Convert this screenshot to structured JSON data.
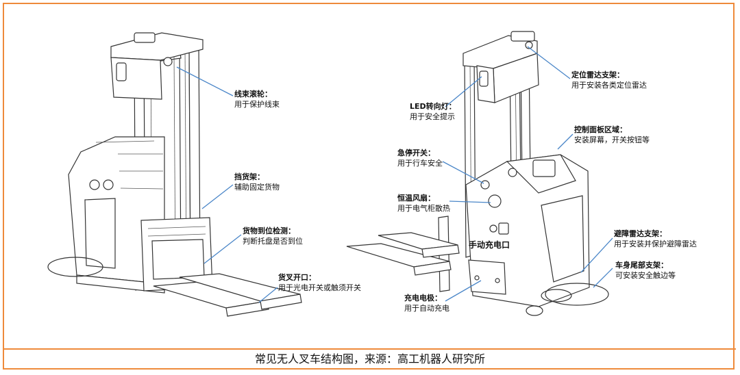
{
  "caption": "常见无人叉车结构图，来源：高工机器人研究所",
  "machine_text": "手动充电口",
  "left_labels": [
    {
      "title": "线束滚轮：",
      "desc": "用于保护线束"
    },
    {
      "title": "挡货架：",
      "desc": "辅助固定货物"
    },
    {
      "title": "货物到位检测：",
      "desc": "判断托盘是否到位"
    },
    {
      "title": "货叉开口：",
      "desc": "用于光电开关或触须开关"
    }
  ],
  "right_labels": [
    {
      "title": "定位雷达支架：",
      "desc": "用于安装各类定位雷达"
    },
    {
      "title": "LED转向灯：",
      "desc": "用于安全提示"
    },
    {
      "title": "控制面板区域：",
      "desc": "安装屏幕，开关按钮等"
    },
    {
      "title": "急停开关：",
      "desc": "用于行车安全"
    },
    {
      "title": "恒温风扇：",
      "desc": "用于电气柜散热"
    },
    {
      "title": "避障雷达支架：",
      "desc": "用于安装并保护避障雷达"
    },
    {
      "title": "车身尾部支架：",
      "desc": "可安装安全触边等"
    },
    {
      "title": "充电电极：",
      "desc": "用于自动充电"
    }
  ],
  "colors": {
    "frame": "#ee8a3a",
    "leader": "#4a86c8"
  }
}
